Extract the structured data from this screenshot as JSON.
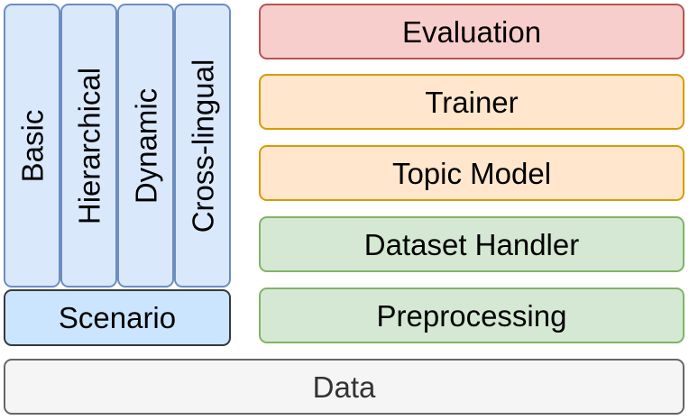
{
  "scenarios": {
    "variants": [
      {
        "label": "Basic"
      },
      {
        "label": "Hierarchical"
      },
      {
        "label": "Dynamic"
      },
      {
        "label": "Cross-lingual"
      }
    ],
    "base_label": "Scenario"
  },
  "pipeline": {
    "layers": [
      {
        "label": "Evaluation",
        "fill": "#f8cecc",
        "stroke": "#b85450"
      },
      {
        "label": "Trainer",
        "fill": "#ffe6cc",
        "stroke": "#d79b00"
      },
      {
        "label": "Topic Model",
        "fill": "#ffe6cc",
        "stroke": "#d79b00"
      },
      {
        "label": "Dataset Handler",
        "fill": "#d5e8d4",
        "stroke": "#82b366"
      },
      {
        "label": "Preprocessing",
        "fill": "#d5e8d4",
        "stroke": "#82b366"
      }
    ]
  },
  "foundation": {
    "label": "Data"
  },
  "colors": {
    "scenario_fill": "#dae8fc",
    "scenario_stroke": "#6c8ebf",
    "scenario_base_fill": "#cce5ff",
    "scenario_base_stroke": "#36393d",
    "data_fill": "#f5f5f5",
    "data_stroke": "#666666",
    "data_text": "#333333"
  }
}
